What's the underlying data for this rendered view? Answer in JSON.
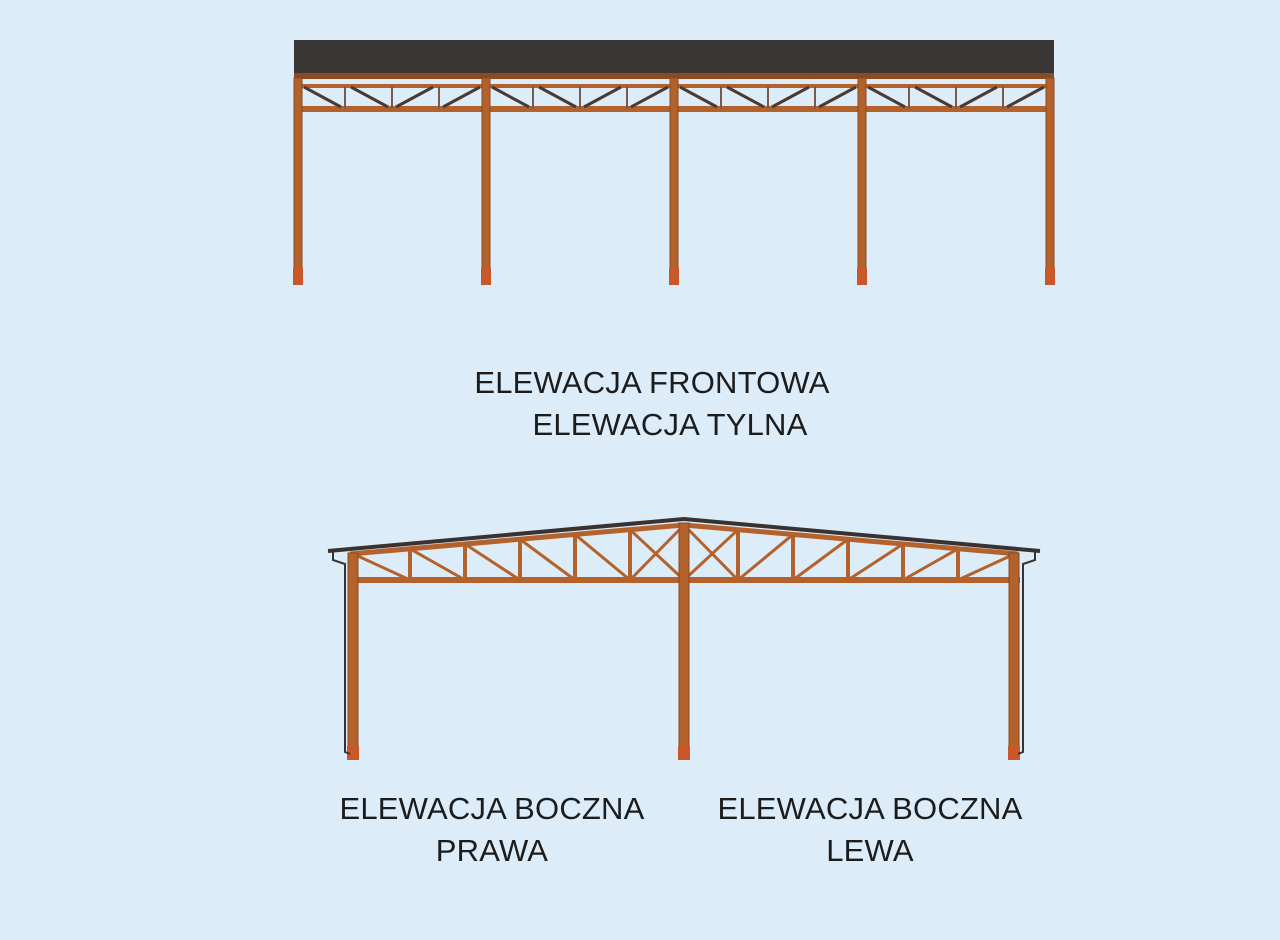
{
  "front_elevation": {
    "title_line1": "ELEWACJA FRONTOWA",
    "title_line2": "ELEWACJA TYLNA",
    "bays": 4,
    "panels_per_bay": 4
  },
  "side_elevation_right": {
    "title_line1": "ELEWACJA BOCZNA",
    "title_line2": "PRAWA"
  },
  "side_elevation_left": {
    "title_line1": "ELEWACJA BOCZNA",
    "title_line2": "LEWA"
  },
  "colors": {
    "background": "#dcecf8",
    "steel": "#b4622b",
    "steel_dark": "#8a4a22",
    "roof": "#3a3635",
    "foot": "#c8572a",
    "text": "#1c1c1c"
  }
}
